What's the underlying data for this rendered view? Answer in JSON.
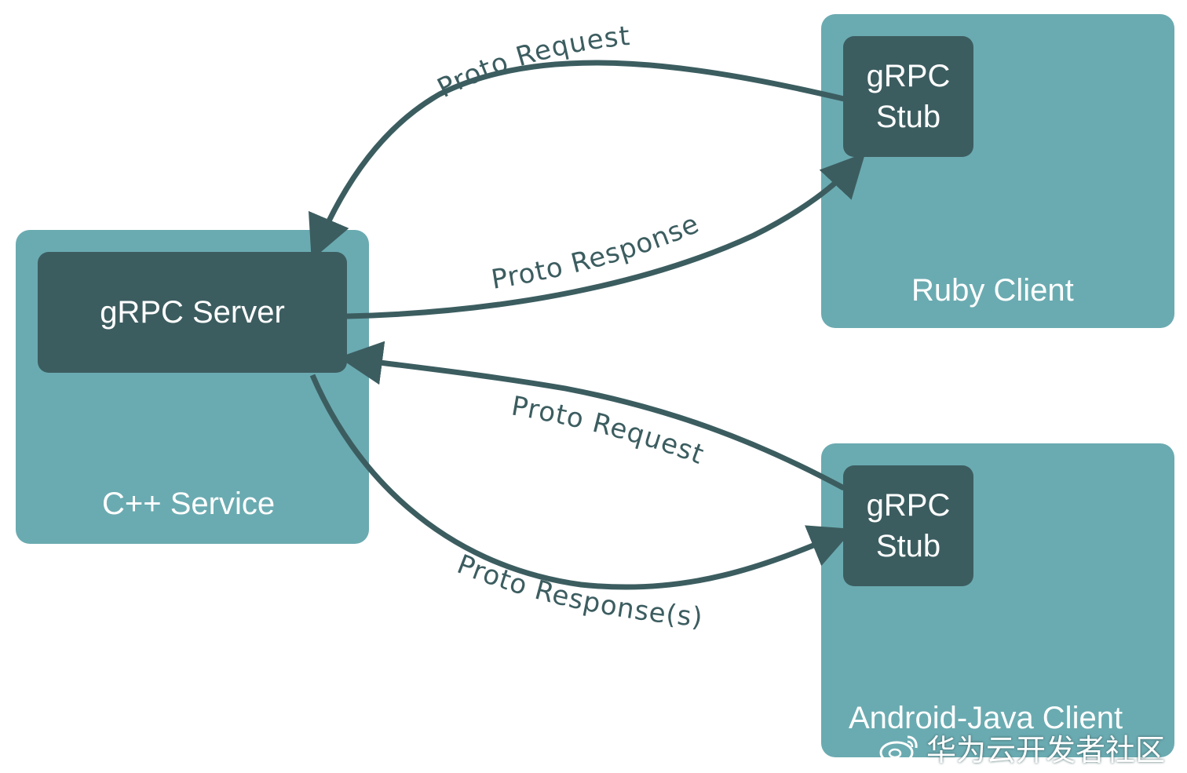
{
  "server_panel": {
    "label": "C++ Service",
    "box_label": "gRPC Server"
  },
  "ruby_panel": {
    "label": "Ruby Client",
    "stub_line1": "gRPC",
    "stub_line2": "Stub"
  },
  "android_panel": {
    "label": "Android-Java Client",
    "stub_line1": "gRPC",
    "stub_line2": "Stub"
  },
  "arrows": {
    "ruby_request": "Proto Request",
    "ruby_response": "Proto Response",
    "android_request": "Proto Request",
    "android_response": "Proto Response(s)"
  },
  "watermark": {
    "text": "华为云开发者社区",
    "icon": "weibo-icon"
  },
  "colors": {
    "panel": "#6aabb1",
    "box": "#3c5d60",
    "arrow": "#3c5d60",
    "text_on_dark": "#ffffff"
  }
}
